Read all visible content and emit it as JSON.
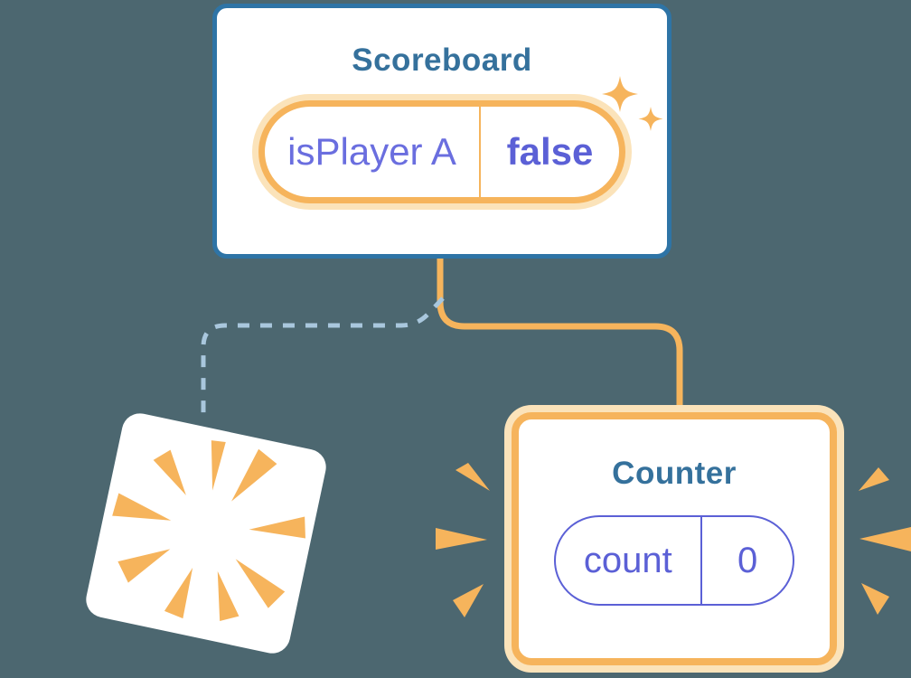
{
  "illustration": "react-state-reset-diagram",
  "background_color": "#4C6770",
  "colors": {
    "background": "#4C6770",
    "scoreboard_border": "#2E74A6",
    "heading_teal": "#35719C",
    "orange": "#F6B45C",
    "orange_light": "#FBE3BA",
    "purple": "#5B60D6",
    "purple_label": "#6A6EDF",
    "dashed_line": "#A9C7DD",
    "card_white": "#FFFFFF"
  },
  "scoreboard": {
    "title": "Scoreboard",
    "state": {
      "label": "isPlayer A",
      "value": "false"
    }
  },
  "counter": {
    "title": "Counter",
    "state": {
      "label": "count",
      "value": "0"
    }
  },
  "icons": {
    "sparkle_large": "sparkle-icon",
    "sparkle_small": "sparkle-icon",
    "poof_rays": "poof-burst-icon",
    "emphasis_bursts": "burst-lines-icon"
  }
}
